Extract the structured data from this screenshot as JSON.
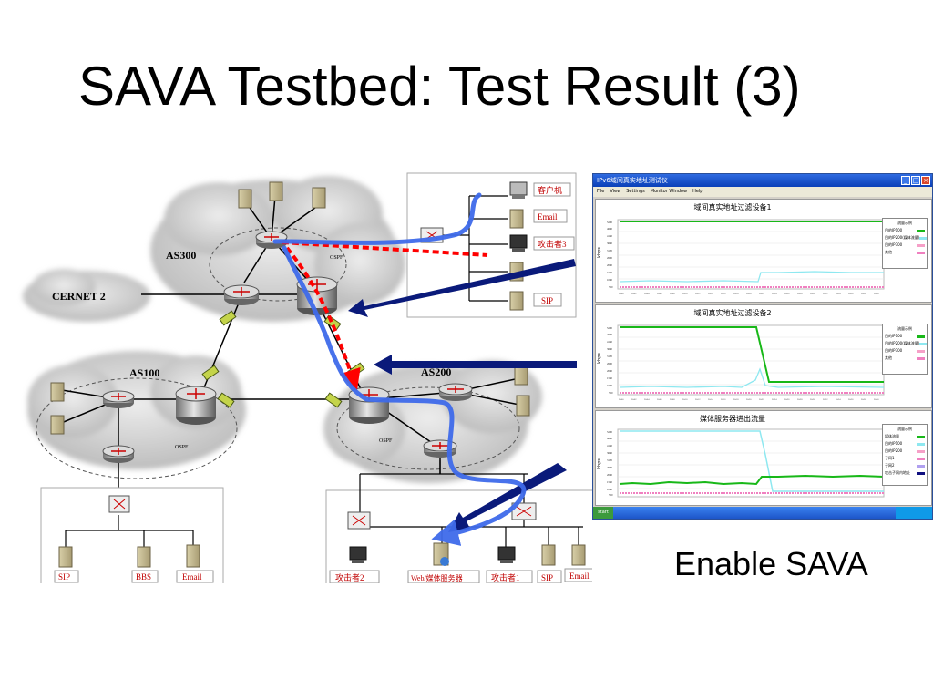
{
  "slide": {
    "title": "SAVA Testbed: Test Result (3)",
    "caption": "Enable SAVA"
  },
  "diagram": {
    "as_labels": {
      "as300": "AS300",
      "as100": "AS100",
      "as200": "AS200",
      "cernet2": "CERNET 2"
    },
    "ospf_label": "OSPF",
    "right_hosts": [
      "客户机",
      "Email",
      "攻击者3",
      "SIP"
    ],
    "as100_hosts": [
      "SIP",
      "BBS",
      "Email"
    ],
    "as200_hosts": [
      "攻击者2",
      "Web/媒体服务器",
      "攻击者1",
      "SIP",
      "Email"
    ],
    "colors": {
      "traffic_path": "#3f6bea",
      "attack_path": "#ff0000",
      "arrow": "#0a1a7a",
      "label_red": "#c00000"
    }
  },
  "app_window": {
    "title": "IPv6域间真实地址测试仪",
    "menu": [
      "File",
      "View",
      "Settings",
      "Monitor Window",
      "Help"
    ],
    "charts": [
      {
        "title": "域间真实地址过滤设备1",
        "ylabel": "kbps",
        "legend_title": "流量示例",
        "legend": [
          "目的IP100",
          "目的IP200(媒体流量)",
          "目的IP300",
          "其他"
        ],
        "x_ticks": [
          "30:00",
          "30:02",
          "30:04",
          "30:06",
          "30:08",
          "30:10",
          "30:12",
          "30:14",
          "30:16",
          "30:18",
          "30:20",
          "30:22",
          "30:24",
          "30:26",
          "30:28",
          "30:30",
          "30:32",
          "30:34",
          "30:36",
          "30:38",
          "30:40"
        ],
        "y_ticks": [
          "5200",
          "4680",
          "4160",
          "3640",
          "3120",
          "2600",
          "2080",
          "1560",
          "1040",
          "520"
        ]
      },
      {
        "title": "域间真实地址过滤设备2",
        "ylabel": "kbps",
        "legend_title": "流量示例",
        "legend": [
          "目的IP100",
          "目的IP200(媒体流量)",
          "目的IP300",
          "其他"
        ],
        "x_ticks": [
          "30:00",
          "30:02",
          "30:04",
          "30:06",
          "30:08",
          "30:10",
          "30:12",
          "30:14",
          "30:16",
          "30:18",
          "30:20",
          "30:22",
          "30:24",
          "30:26",
          "30:28",
          "30:30",
          "30:32",
          "30:34",
          "30:36",
          "30:38",
          "30:40"
        ],
        "y_ticks": [
          "5200",
          "4680",
          "4160",
          "3640",
          "3120",
          "2600",
          "2080",
          "1560",
          "1040",
          "520"
        ]
      },
      {
        "title": "媒体服务器进出流量",
        "ylabel": "kbps",
        "legend_title": "流量示例",
        "legend": [
          "媒体流量",
          "目的IP100",
          "目的IP200",
          "子网1",
          "子网2",
          "攻击子网内地址"
        ],
        "y_ticks": [
          "5200",
          "4680",
          "4160",
          "3640",
          "3120",
          "2600",
          "2080",
          "1560",
          "1040",
          "520"
        ]
      }
    ],
    "taskbar": {
      "start_label": "start"
    }
  }
}
